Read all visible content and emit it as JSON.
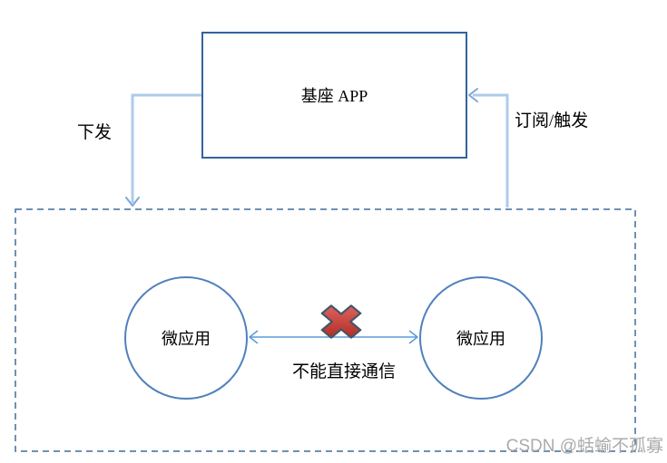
{
  "diagram": {
    "base_app_label": "基座 APP",
    "down_edge_label": "下发",
    "up_edge_label": "订阅/触发",
    "micro_app_left_label": "微应用",
    "micro_app_right_label": "微应用",
    "cannot_communicate_label": "不能直接通信",
    "watermark": "CSDN @蛞蝓不孤寡",
    "colors": {
      "text_color": "#000000",
      "box_border": "#31649b",
      "connector": "#aecbe9",
      "arrowhead": "#7da7d8",
      "dashed_border": "#3e6d9c",
      "circle_border": "#4f81bd",
      "double_arrow": "#5b9bd5",
      "cross_border": "#44546a",
      "cross_fill_light": "#e8706f",
      "cross_fill_dark": "#a81f15",
      "watermark_color": "#ababab"
    }
  }
}
